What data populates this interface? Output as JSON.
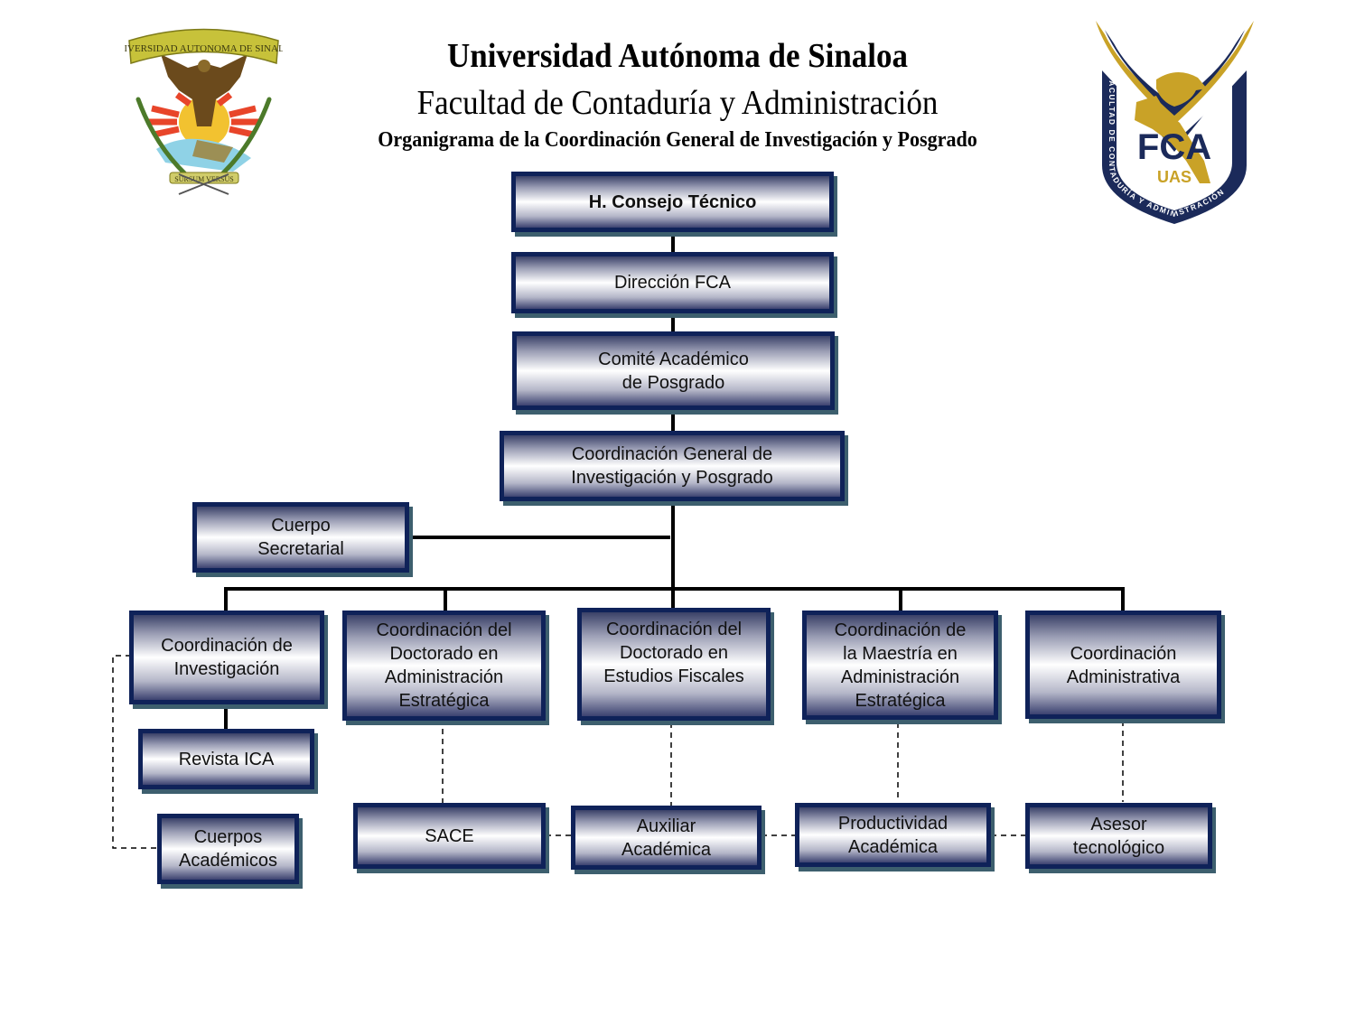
{
  "header": {
    "university": "Universidad Autónoma de Sinaloa",
    "faculty": "Facultad de Contaduría y Administración",
    "chart_title": "Organigrama de la Coordinación General de Investigación y Posgrado"
  },
  "logos": {
    "left": {
      "name": "UAS crest",
      "banner_text": "UNIVERSIDAD AUTONOMA DE SINALOA",
      "motto": "SURSUM VERSUS"
    },
    "right": {
      "name": "FCA shield",
      "main": "FCA",
      "sub": "UAS",
      "ring_text": "FACULTAD DE CONTADURÍA Y ADMINISTRACIÓN",
      "colors": {
        "navy": "#1b2a5a",
        "gold": "#c9a227"
      }
    }
  },
  "nodes": {
    "consejo": "H. Consejo Técnico",
    "direccion": "Dirección FCA",
    "comite": "Comité Académico\nde Posgrado",
    "coord_general": "Coordinación General de\nInvestigación y Posgrado",
    "cuerpo_secretarial": "Cuerpo\nSecretarial",
    "coord_investigacion": "Coordinación de\nInvestigación",
    "coord_doct_admin": "Coordinación del\nDoctorado en\nAdministración\nEstratégica",
    "coord_doct_fiscales": "Coordinación del\nDoctorado en\nEstudios Fiscales",
    "coord_maestria": "Coordinación de\nla Maestría en\nAdministración\nEstratégica",
    "coord_administrativa": "Coordinación\nAdministrativa",
    "revista_ica": "Revista ICA",
    "cuerpos_academicos": "Cuerpos\nAcadémicos",
    "sace": "SACE",
    "auxiliar_academica": "Auxiliar\nAcadémica",
    "productividad_academica": "Productividad\nAcadémica",
    "asesor_tecnologico": "Asesor\ntecnológico"
  },
  "colors": {
    "box_border": "#0f2259",
    "box_shadow": "#3d5f6e",
    "line": "#000000"
  }
}
